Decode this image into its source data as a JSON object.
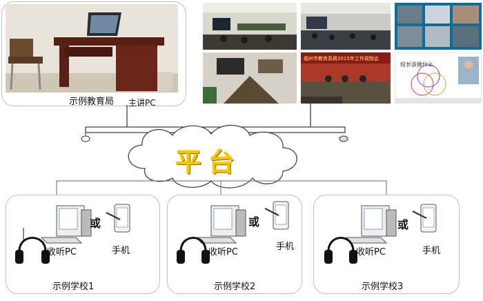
{
  "hq": {
    "name": "示例教育局",
    "pc_label": "主讲PC"
  },
  "cloud": {
    "label": "平台"
  },
  "screens": {
    "conference_banner": "福州市教育系统2015年工作视频会",
    "slide_title": "校长该做什么"
  },
  "schools": [
    {
      "name": "示例学校1",
      "pc_label": "收听PC",
      "or_label": "或",
      "phone_label": "手机"
    },
    {
      "name": "示例学校2",
      "pc_label": "收听PC",
      "or_label": "或",
      "phone_label": "手机"
    },
    {
      "name": "示例学校3",
      "pc_label": "收听PC",
      "or_label": "或",
      "phone_label": "手机"
    }
  ],
  "colors": {
    "cloud_text": "#f5c400",
    "frame": "#bdbdbd",
    "line": "#555555"
  }
}
